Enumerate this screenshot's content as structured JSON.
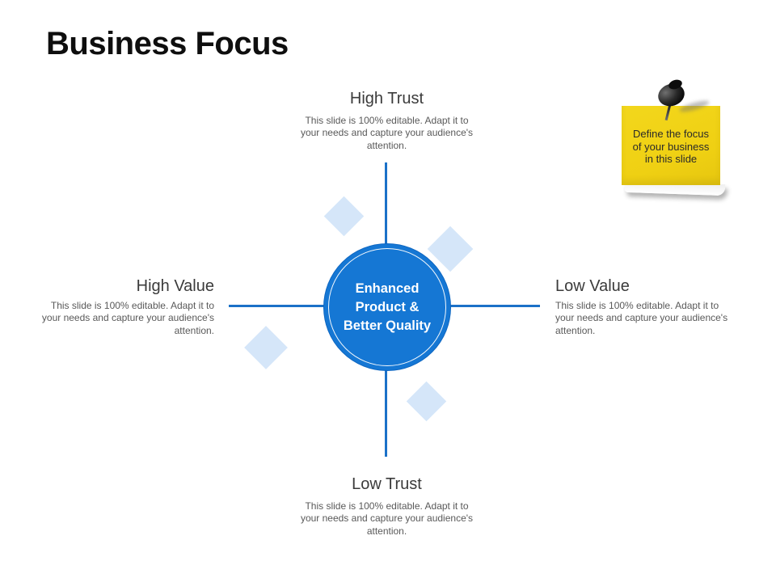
{
  "title": "Business Focus",
  "center_circle": {
    "label": "Enhanced Product & Better Quality"
  },
  "quadrants": {
    "top": {
      "label": "High Trust",
      "description": "This slide is 100% editable. Adapt it to your needs and capture your audience's attention."
    },
    "left": {
      "label": "High Value",
      "description": "This slide is 100% editable. Adapt it to your needs and capture your audience's attention."
    },
    "right": {
      "label": "Low Value",
      "description": "This slide is 100% editable. Adapt it to your needs and capture your audience's attention."
    },
    "bottom": {
      "label": "Low Trust",
      "description": "This slide is 100% editable. Adapt it to your needs and capture your audience's attention."
    }
  },
  "sticky_note": {
    "text": "Define the focus of your business in this slide"
  },
  "colors": {
    "axis_blue": "#1b71c8",
    "circle_blue": "#1577d4",
    "diamond_light_blue": "#d5e6f9",
    "note_yellow": "#efd013",
    "title_black": "#0e0e0e",
    "heading_gray": "#3b3b3b",
    "body_gray": "#595959"
  }
}
